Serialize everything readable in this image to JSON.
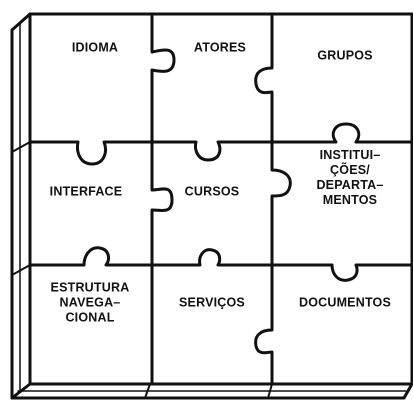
{
  "colors": {
    "ink": "#111111",
    "paper": "#ffffff"
  },
  "puzzle": {
    "pieces": [
      {
        "id": "idioma",
        "label_lines": [
          "IDIOMA"
        ]
      },
      {
        "id": "atores",
        "label_lines": [
          "ATORES"
        ]
      },
      {
        "id": "grupos",
        "label_lines": [
          "GRUPOS"
        ]
      },
      {
        "id": "interface",
        "label_lines": [
          "INTERFACE"
        ]
      },
      {
        "id": "cursos",
        "label_lines": [
          "CURSOS"
        ]
      },
      {
        "id": "instituicoes",
        "label_lines": [
          "INSTITUI–",
          "ÇÕES/",
          "DEPARTA–",
          "MENTOS"
        ]
      },
      {
        "id": "estrutura",
        "label_lines": [
          "ESTRUTURA",
          "NAVEGA–",
          "CIONAL"
        ]
      },
      {
        "id": "servicos",
        "label_lines": [
          "SERVIÇOS"
        ]
      },
      {
        "id": "documentos",
        "label_lines": [
          "DOCUMENTOS"
        ]
      }
    ]
  }
}
